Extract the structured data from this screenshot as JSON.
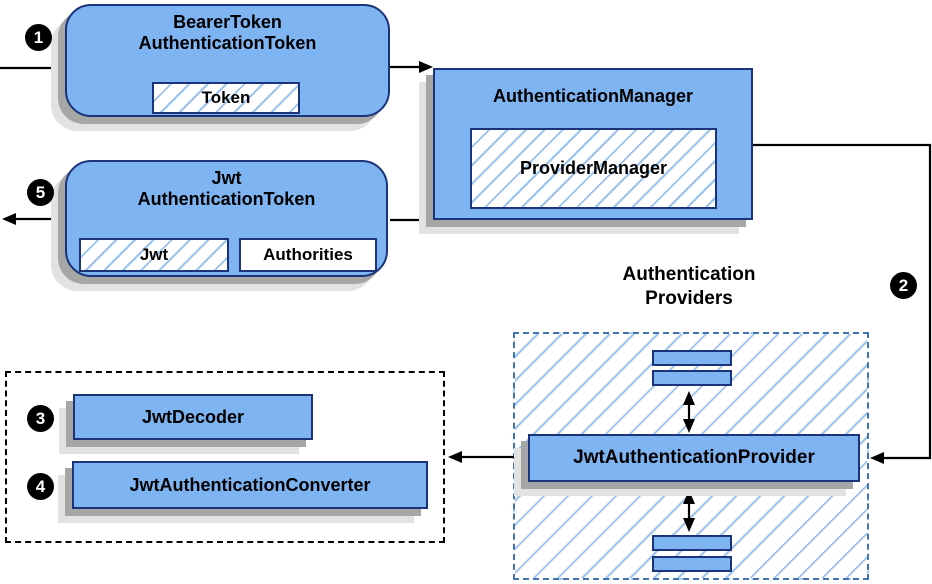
{
  "colors": {
    "box_fill": "#7EB4F2",
    "box_border": "#1B3378",
    "hatch_line": "#9CC2EE",
    "shadow_dark": "#A6A6A6",
    "shadow_light": "#E2E2E2",
    "dashed_container_blue": "#4272B4",
    "arrow_black": "#000000"
  },
  "steps": {
    "s1": "1",
    "s2": "2",
    "s3": "3",
    "s4": "4",
    "s5": "5"
  },
  "bearer_token_box": {
    "title_line1": "BearerToken",
    "title_line2": "AuthenticationToken",
    "token_chip": "Token"
  },
  "authentication_manager_box": {
    "title": "AuthenticationManager",
    "provider_manager_chip": "ProviderManager"
  },
  "jwt_authentication_token_box": {
    "title_line1": "Jwt",
    "title_line2": "AuthenticationToken",
    "jwt_chip": "Jwt",
    "authorities_chip": "Authorities"
  },
  "authentication_providers": {
    "label_line1": "Authentication",
    "label_line2": "Providers",
    "provider_box_label": "JwtAuthenticationProvider"
  },
  "decoder_group": {
    "jwt_decoder_label": "JwtDecoder",
    "jwt_authentication_converter_label": "JwtAuthenticationConverter"
  }
}
